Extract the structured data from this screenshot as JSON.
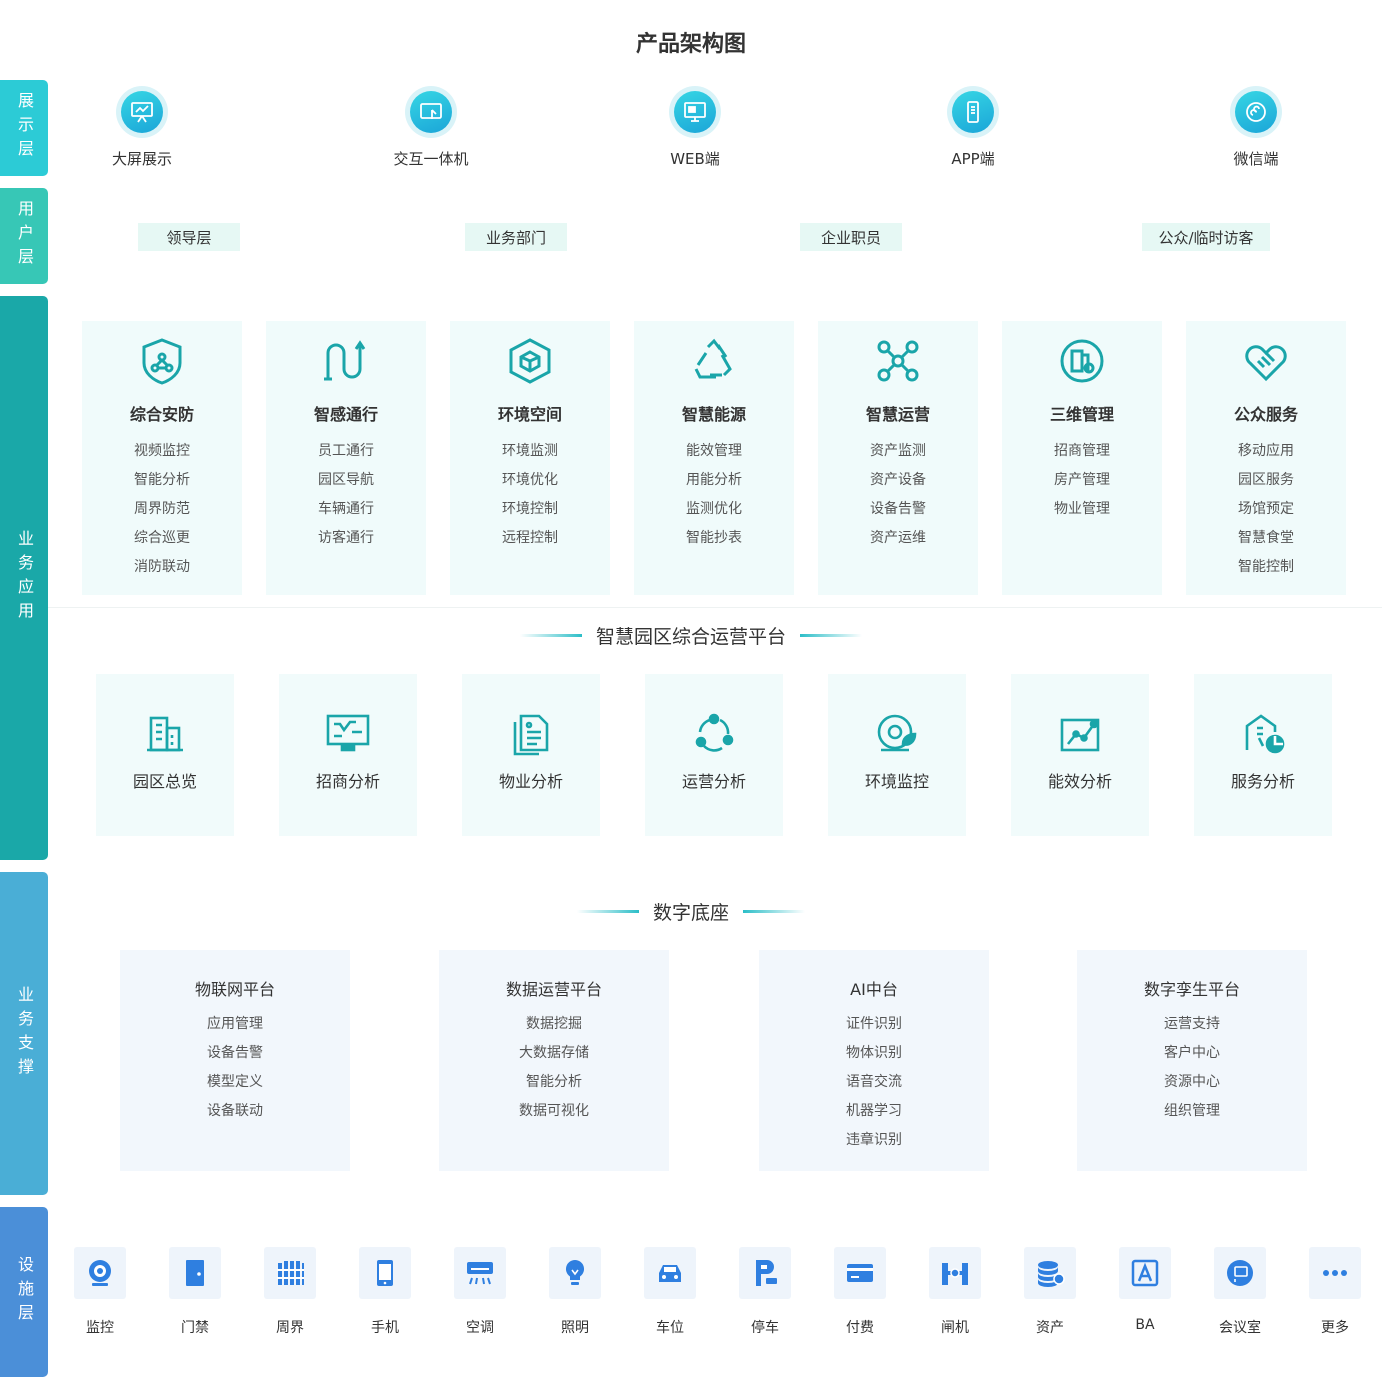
{
  "title": "产品架构图",
  "colors": {
    "display_layer": "#2ccbd6",
    "user_layer": "#37c7b6",
    "app_layer": "#1aa8a8",
    "support_layer": "#4aaed6",
    "infra_layer": "#4b8fd8",
    "icon_teal": "#1aa5a9",
    "icon_blue": "#2f7fe0"
  },
  "layers": {
    "display": "展示层",
    "user": "用户层",
    "app": "业务应用",
    "support": "业务支撑",
    "infra": "设施层"
  },
  "display_items": [
    {
      "label": "大屏展示",
      "icon": "presentation-board-icon"
    },
    {
      "label": "交互一体机",
      "icon": "touch-screen-icon"
    },
    {
      "label": "WEB端",
      "icon": "monitor-icon"
    },
    {
      "label": "APP端",
      "icon": "mobile-phone-icon"
    },
    {
      "label": "微信端",
      "icon": "mini-program-icon"
    }
  ],
  "user_tags": [
    "领导层",
    "业务部门",
    "企业职员",
    "公众/临时访客"
  ],
  "app_modules": [
    {
      "name": "综合安防",
      "icon": "shield-icon",
      "items": [
        "视频监控",
        "智能分析",
        "周界防范",
        "综合巡更",
        "消防联动"
      ]
    },
    {
      "name": "智感通行",
      "icon": "route-icon",
      "items": [
        "员工通行",
        "园区导航",
        "车辆通行",
        "访客通行"
      ]
    },
    {
      "name": "环境空间",
      "icon": "cube-icon",
      "items": [
        "环境监测",
        "环境优化",
        "环境控制",
        "远程控制"
      ]
    },
    {
      "name": "智慧能源",
      "icon": "recycle-icon",
      "items": [
        "能效管理",
        "用能分析",
        "监测优化",
        "智能抄表"
      ]
    },
    {
      "name": "智慧运营",
      "icon": "network-nodes-icon",
      "items": [
        "资产监测",
        "资产设备",
        "设备告警",
        "资产运维"
      ]
    },
    {
      "name": "三维管理",
      "icon": "building-3d-icon",
      "items": [
        "招商管理",
        "房产管理",
        "物业管理"
      ]
    },
    {
      "name": "公众服务",
      "icon": "heart-handshake-icon",
      "items": [
        "移动应用",
        "园区服务",
        "场馆预定",
        "智慧食堂",
        "智能控制"
      ]
    }
  ],
  "platform_title": "智慧园区综合运营平台",
  "platform_items": [
    {
      "name": "园区总览",
      "icon": "building-overview-icon"
    },
    {
      "name": "招商分析",
      "icon": "dashboard-screen-icon"
    },
    {
      "name": "物业分析",
      "icon": "document-report-icon"
    },
    {
      "name": "运营分析",
      "icon": "cycle-nodes-icon"
    },
    {
      "name": "环境监控",
      "icon": "eco-monitor-icon"
    },
    {
      "name": "能效分析",
      "icon": "line-chart-icon"
    },
    {
      "name": "服务分析",
      "icon": "service-pie-icon"
    }
  ],
  "digital_title": "数字底座",
  "digital_platforms": [
    {
      "name": "物联网平台",
      "items": [
        "应用管理",
        "设备告警",
        "模型定义",
        "设备联动"
      ]
    },
    {
      "name": "数据运营平台",
      "items": [
        "数据挖掘",
        "大数据存储",
        "智能分析",
        "数据可视化"
      ]
    },
    {
      "name": "AI中台",
      "items": [
        "证件识别",
        "物体识别",
        "语音交流",
        "机器学习",
        "违章识别"
      ]
    },
    {
      "name": "数字孪生平台",
      "items": [
        "运营支持",
        "客户中心",
        "资源中心",
        "组织管理"
      ]
    }
  ],
  "infra_items": [
    {
      "label": "监控",
      "icon": "camera-icon"
    },
    {
      "label": "门禁",
      "icon": "door-icon"
    },
    {
      "label": "周界",
      "icon": "fence-icon"
    },
    {
      "label": "手机",
      "icon": "phone-icon"
    },
    {
      "label": "空调",
      "icon": "air-conditioner-icon"
    },
    {
      "label": "照明",
      "icon": "bulb-icon"
    },
    {
      "label": "车位",
      "icon": "car-icon"
    },
    {
      "label": "停车",
      "icon": "parking-icon"
    },
    {
      "label": "付费",
      "icon": "card-icon"
    },
    {
      "label": "闸机",
      "icon": "gate-icon"
    },
    {
      "label": "资产",
      "icon": "coins-icon"
    },
    {
      "label": "BA",
      "icon": "ba-letter-icon"
    },
    {
      "label": "会议室",
      "icon": "meeting-room-icon"
    },
    {
      "label": "更多",
      "icon": "more-dots-icon"
    }
  ]
}
